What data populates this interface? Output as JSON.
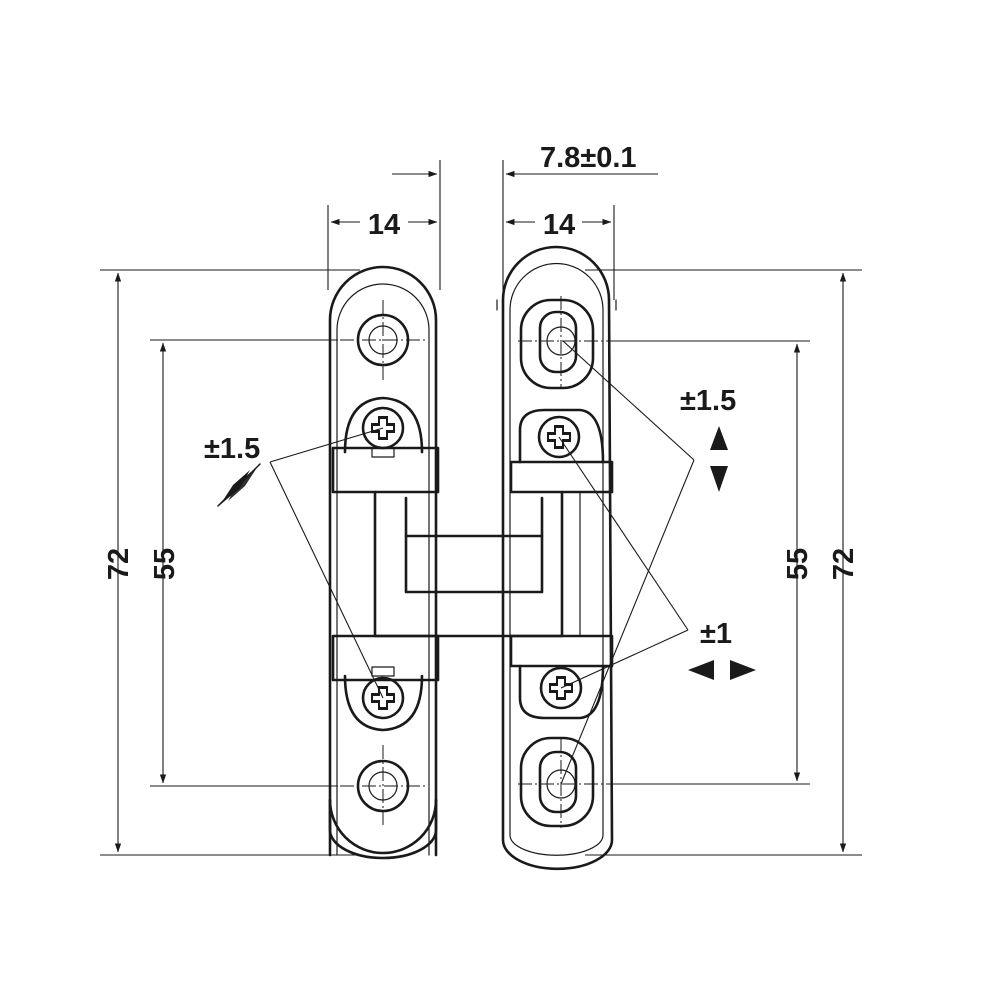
{
  "dimensions": {
    "top_offset": "7.8±0.1",
    "width_left": "14",
    "width_right": "14",
    "overall_height_left": "72",
    "overall_height_right": "72",
    "hole_spacing_left": "55",
    "hole_spacing_right": "55"
  },
  "adjustments": {
    "depth": "±1.5",
    "height": "±1.5",
    "side": "±1"
  }
}
